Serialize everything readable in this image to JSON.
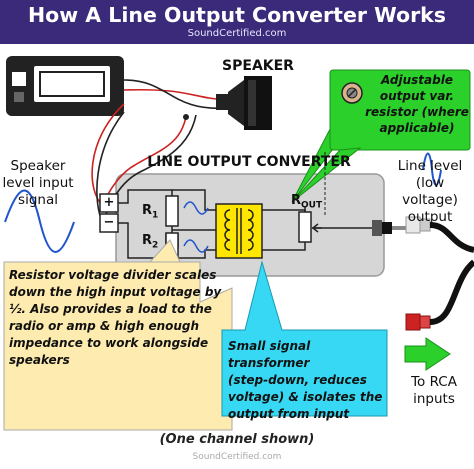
{
  "header": {
    "title": "How A Line Output Converter Works",
    "site": "SoundCertified.com"
  },
  "labels": {
    "speaker": "SPEAKER",
    "loc": "LINE OUTPUT CONVERTER",
    "speaker_input": [
      "Speaker",
      "level input",
      "signal"
    ],
    "line_level": [
      "Line level",
      "(low voltage)",
      "output"
    ],
    "to_rca": [
      "To RCA",
      "inputs"
    ],
    "r1": "R",
    "r1_sub": "1",
    "r2": "R",
    "r2_sub": "2",
    "rout": "R",
    "rout_sub": "OUT",
    "plus": "+",
    "minus": "−"
  },
  "callouts": {
    "resistor": [
      "Adjustable",
      "output var.",
      "resistor (where",
      "applicable)"
    ],
    "divider": [
      "Resistor voltage divider scales",
      "down the high input voltage by",
      "½. Also provides a load to the",
      "radio or amp & high enough",
      "impedance to work alongside",
      "speakers"
    ],
    "transformer": [
      "Small signal transformer",
      "(step-down, reduces",
      "voltage) & isolates the",
      "output from input"
    ]
  },
  "footer": {
    "note": "(One channel shown)",
    "site": "SoundCertified.com"
  },
  "colors": {
    "header_bg": "#3b2a7a",
    "green_callout": "#2bd02b",
    "yellow_callout": "#fdebb0",
    "cyan_callout": "#37d8f3",
    "transformer_fill": "#ffe600",
    "converter_box": "#d6d6d6",
    "arrow": "#2bd02b",
    "wire_red": "#cc2222",
    "wave_blue": "#2255cc"
  }
}
